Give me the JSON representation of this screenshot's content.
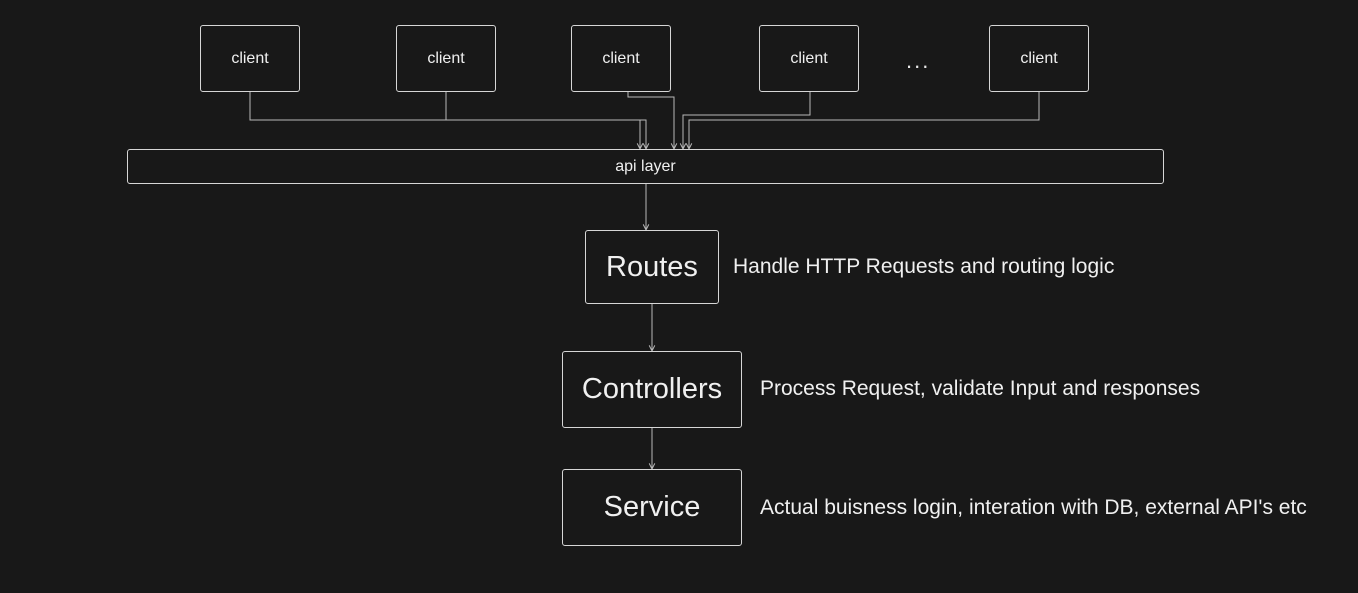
{
  "clients": [
    {
      "label": "client"
    },
    {
      "label": "client"
    },
    {
      "label": "client"
    },
    {
      "label": "client"
    },
    {
      "label": "client"
    }
  ],
  "ellipsis": "...",
  "api_layer": {
    "label": "api layer"
  },
  "layers": [
    {
      "label": "Routes",
      "description": "Handle HTTP Requests and routing logic"
    },
    {
      "label": "Controllers",
      "description": "Process Request, validate Input and responses"
    },
    {
      "label": "Service",
      "description": "Actual buisness login, interation with DB, external API's etc"
    }
  ],
  "colors": {
    "background": "#181818",
    "stroke": "#d6d6d6",
    "text": "#f0f0f0"
  }
}
